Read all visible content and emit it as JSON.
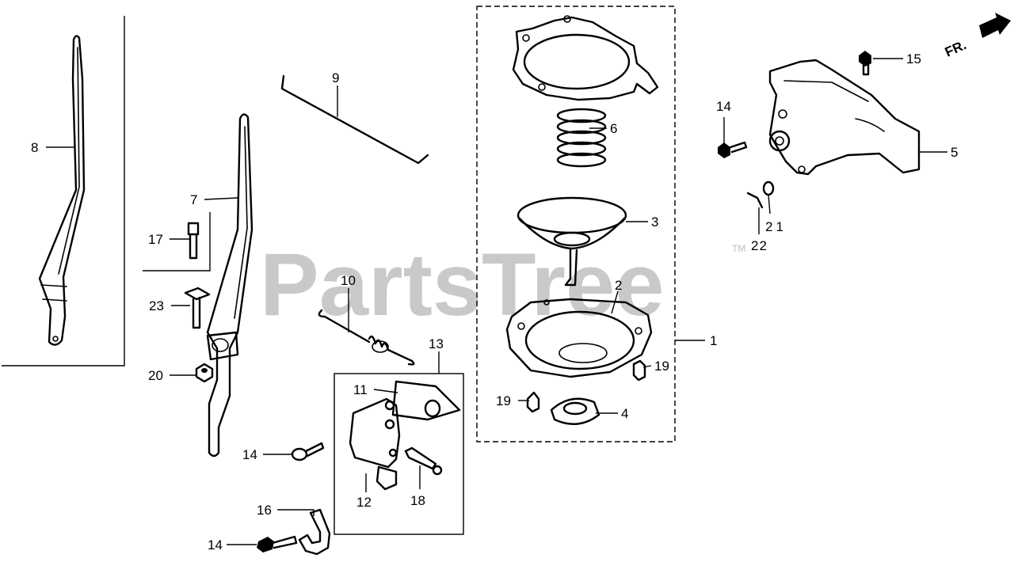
{
  "watermark": {
    "text": "PartsTree",
    "trademark": "TM"
  },
  "direction_indicator": {
    "text": "FR."
  },
  "callouts": {
    "c1": "1",
    "c2": "2",
    "c3": "3",
    "c4": "4",
    "c5": "5",
    "c6": "6",
    "c7": "7",
    "c8": "8",
    "c9": "9",
    "c10": "10",
    "c11": "11",
    "c12": "12",
    "c13": "13",
    "c14a": "14",
    "c14b": "14",
    "c14c": "14",
    "c15": "15",
    "c16": "16",
    "c17": "17",
    "c18": "18",
    "c19a": "19",
    "c19b": "19",
    "c20": "20",
    "c21": "21",
    "c22": "22",
    "c23": "23"
  }
}
